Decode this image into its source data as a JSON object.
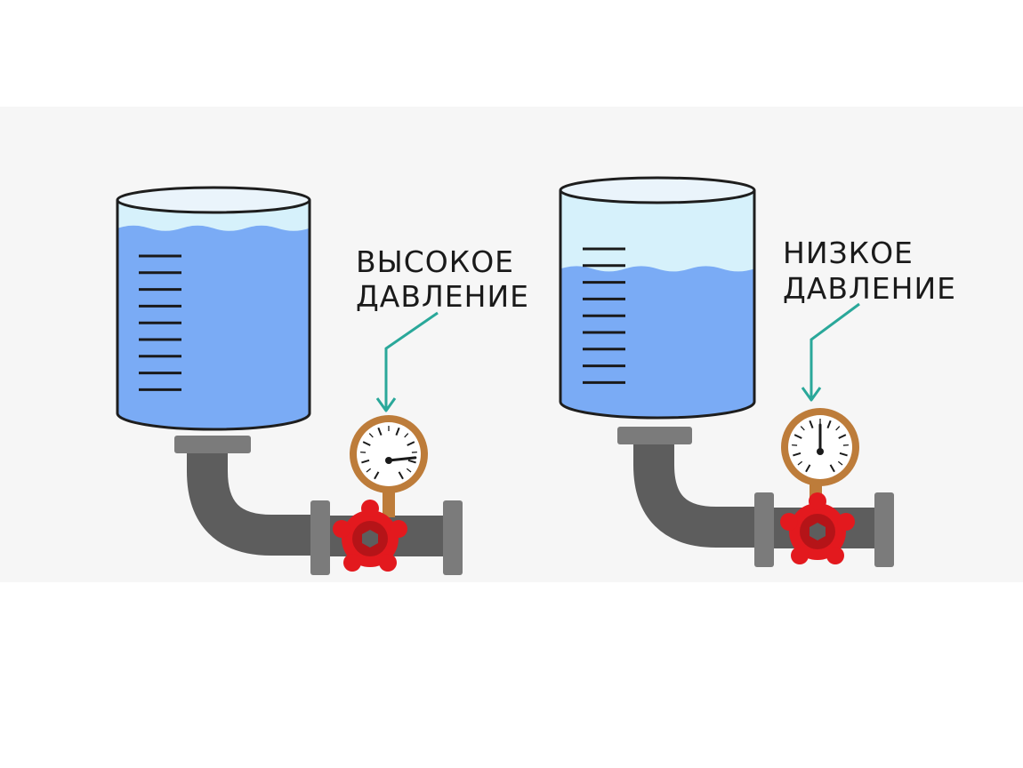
{
  "colors": {
    "background": "#ffffff",
    "panel_background": "#f6f6f6",
    "water": "#7aabf5",
    "water_light": "#d6f1fb",
    "tank_top": "#eaf4fb",
    "outline": "#1e1e1e",
    "pipe": "#5d5d5d",
    "pipe_flange": "#7b7b7b",
    "valve": "#e3191e",
    "gauge_rim": "#bd7c3a",
    "arrow": "#2aa89a",
    "scale_marks": "#1a1a1a"
  },
  "left_panel": {
    "label_line1": "ВЫСОКОЕ",
    "label_line2": "ДАВЛЕНИЕ",
    "water_level_fraction": 0.88,
    "needle_icon": "gauge-needle-high"
  },
  "right_panel": {
    "label_line1": "НИЗКОЕ",
    "label_line2": "ДАВЛЕНИЕ",
    "water_level_fraction": 0.66,
    "needle_icon": "gauge-needle-low"
  }
}
